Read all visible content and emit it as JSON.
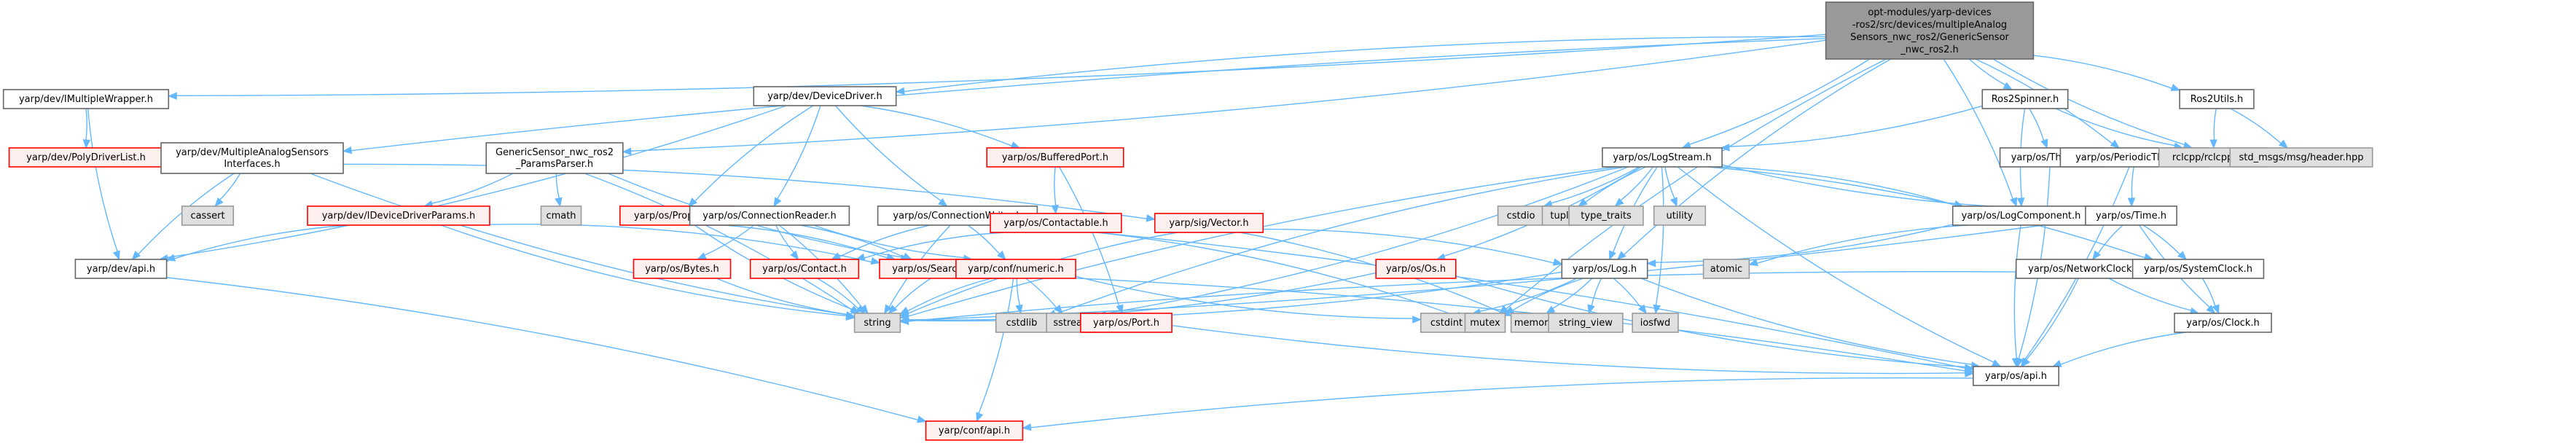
{
  "title": "GenericSensor_nwc_ros2.h include dependency graph",
  "colors": {
    "edge": "#63b8ff",
    "root_fill": "#999999",
    "root_stroke": "#666666",
    "normal_fill": "#ffffff",
    "normal_stroke": "#666666",
    "truncated_fill": "#fff0f0",
    "truncated_stroke": "#ff0000",
    "system_fill": "#e0e0e0",
    "system_stroke": "#999999"
  },
  "nodes": [
    {
      "id": "root",
      "kind": "root",
      "lines": [
        "opt-modules/yarp-devices",
        "-ros2/src/devices/multipleAnalog",
        "Sensors_nwc_ros2/GenericSensor",
        "_nwc_ros2.h"
      ]
    },
    {
      "id": "IMultipleWrapper",
      "kind": "normal",
      "lines": [
        "yarp/dev/IMultipleWrapper.h"
      ]
    },
    {
      "id": "PolyDriverList",
      "kind": "truncated",
      "lines": [
        "yarp/dev/PolyDriverList.h"
      ]
    },
    {
      "id": "MASInterfaces",
      "kind": "normal",
      "lines": [
        "yarp/dev/MultipleAnalogSensors",
        "Interfaces.h"
      ]
    },
    {
      "id": "cassert",
      "kind": "system",
      "lines": [
        "cassert"
      ]
    },
    {
      "id": "devapi",
      "kind": "normal",
      "lines": [
        "yarp/dev/api.h"
      ]
    },
    {
      "id": "DeviceDriver",
      "kind": "normal",
      "lines": [
        "yarp/dev/DeviceDriver.h"
      ]
    },
    {
      "id": "ParamsParser",
      "kind": "normal",
      "lines": [
        "GenericSensor_nwc_ros2",
        "_ParamsParser.h"
      ]
    },
    {
      "id": "cmath",
      "kind": "system",
      "lines": [
        "cmath"
      ]
    },
    {
      "id": "IDeviceDriverParams",
      "kind": "truncated",
      "lines": [
        "yarp/dev/IDeviceDriverParams.h"
      ]
    },
    {
      "id": "Property",
      "kind": "truncated",
      "lines": [
        "yarp/os/Property.h"
      ]
    },
    {
      "id": "Searchable",
      "kind": "truncated",
      "lines": [
        "yarp/os/Searchable.h"
      ]
    },
    {
      "id": "ConnectionReader",
      "kind": "normal",
      "lines": [
        "yarp/os/ConnectionReader.h"
      ]
    },
    {
      "id": "Bytes",
      "kind": "truncated",
      "lines": [
        "yarp/os/Bytes.h"
      ]
    },
    {
      "id": "ConnectionWriter",
      "kind": "normal",
      "lines": [
        "yarp/os/ConnectionWriter.h"
      ]
    },
    {
      "id": "Contact",
      "kind": "truncated",
      "lines": [
        "yarp/os/Contact.h"
      ]
    },
    {
      "id": "BufferedPort",
      "kind": "truncated",
      "lines": [
        "yarp/os/BufferedPort.h"
      ]
    },
    {
      "id": "Contactable",
      "kind": "truncated",
      "lines": [
        "yarp/os/Contactable.h"
      ]
    },
    {
      "id": "numeric",
      "kind": "truncated",
      "lines": [
        "yarp/conf/numeric.h"
      ]
    },
    {
      "id": "Vector",
      "kind": "truncated",
      "lines": [
        "yarp/sig/Vector.h"
      ]
    },
    {
      "id": "string",
      "kind": "system",
      "lines": [
        "string"
      ]
    },
    {
      "id": "cstdlib",
      "kind": "system",
      "lines": [
        "cstdlib"
      ]
    },
    {
      "id": "sstream",
      "kind": "system",
      "lines": [
        "sstream"
      ]
    },
    {
      "id": "Port",
      "kind": "truncated",
      "lines": [
        "yarp/os/Port.h"
      ]
    },
    {
      "id": "confapi",
      "kind": "truncated",
      "lines": [
        "yarp/conf/api.h"
      ]
    },
    {
      "id": "LogStream",
      "kind": "normal",
      "lines": [
        "yarp/os/LogStream.h"
      ]
    },
    {
      "id": "cstdio",
      "kind": "system",
      "lines": [
        "cstdio"
      ]
    },
    {
      "id": "tuple",
      "kind": "system",
      "lines": [
        "tuple"
      ]
    },
    {
      "id": "type_traits",
      "kind": "system",
      "lines": [
        "type_traits"
      ]
    },
    {
      "id": "utility",
      "kind": "system",
      "lines": [
        "utility"
      ]
    },
    {
      "id": "Os",
      "kind": "truncated",
      "lines": [
        "yarp/os/Os.h"
      ]
    },
    {
      "id": "Log",
      "kind": "normal",
      "lines": [
        "yarp/os/Log.h"
      ]
    },
    {
      "id": "cstdint",
      "kind": "system",
      "lines": [
        "cstdint"
      ]
    },
    {
      "id": "mutex",
      "kind": "system",
      "lines": [
        "mutex"
      ]
    },
    {
      "id": "memory",
      "kind": "system",
      "lines": [
        "memory"
      ]
    },
    {
      "id": "string_view",
      "kind": "system",
      "lines": [
        "string_view"
      ]
    },
    {
      "id": "iosfwd",
      "kind": "system",
      "lines": [
        "iosfwd"
      ]
    },
    {
      "id": "LogComponent",
      "kind": "normal",
      "lines": [
        "yarp/os/LogComponent.h"
      ]
    },
    {
      "id": "atomic",
      "kind": "system",
      "lines": [
        "atomic"
      ]
    },
    {
      "id": "osapi",
      "kind": "normal",
      "lines": [
        "yarp/os/api.h"
      ]
    },
    {
      "id": "Ros2Spinner",
      "kind": "normal",
      "lines": [
        "Ros2Spinner.h"
      ]
    },
    {
      "id": "Thread",
      "kind": "normal",
      "lines": [
        "yarp/os/Thread.h"
      ]
    },
    {
      "id": "PeriodicThread",
      "kind": "normal",
      "lines": [
        "yarp/os/PeriodicThread.h"
      ]
    },
    {
      "id": "rclcpp",
      "kind": "system",
      "lines": [
        "rclcpp/rclcpp.hpp"
      ]
    },
    {
      "id": "Ros2Utils",
      "kind": "normal",
      "lines": [
        "Ros2Utils.h"
      ]
    },
    {
      "id": "header",
      "kind": "system",
      "lines": [
        "std_msgs/msg/header.hpp"
      ]
    },
    {
      "id": "Time",
      "kind": "normal",
      "lines": [
        "yarp/os/Time.h"
      ]
    },
    {
      "id": "NetworkClock",
      "kind": "normal",
      "lines": [
        "yarp/os/NetworkClock.h"
      ]
    },
    {
      "id": "SystemClock",
      "kind": "normal",
      "lines": [
        "yarp/os/SystemClock.h"
      ]
    },
    {
      "id": "Clock",
      "kind": "normal",
      "lines": [
        "yarp/os/Clock.h"
      ]
    }
  ],
  "edges": [
    [
      "root",
      "IMultipleWrapper"
    ],
    [
      "root",
      "MASInterfaces"
    ],
    [
      "root",
      "ParamsParser"
    ],
    [
      "root",
      "DeviceDriver"
    ],
    [
      "root",
      "LogStream"
    ],
    [
      "root",
      "Log"
    ],
    [
      "root",
      "LogComponent"
    ],
    [
      "root",
      "Ros2Spinner"
    ],
    [
      "root",
      "Ros2Utils"
    ],
    [
      "root",
      "rclcpp"
    ],
    [
      "root",
      "PeriodicThread"
    ],
    [
      "root",
      "mutex"
    ],
    [
      "IMultipleWrapper",
      "PolyDriverList"
    ],
    [
      "IMultipleWrapper",
      "devapi"
    ],
    [
      "MASInterfaces",
      "cassert"
    ],
    [
      "MASInterfaces",
      "devapi"
    ],
    [
      "MASInterfaces",
      "Vector"
    ],
    [
      "MASInterfaces",
      "string"
    ],
    [
      "DeviceDriver",
      "devapi"
    ],
    [
      "DeviceDriver",
      "Property"
    ],
    [
      "DeviceDriver",
      "ConnectionReader"
    ],
    [
      "DeviceDriver",
      "ConnectionWriter"
    ],
    [
      "DeviceDriver",
      "BufferedPort"
    ],
    [
      "ParamsParser",
      "cmath"
    ],
    [
      "ParamsParser",
      "IDeviceDriverParams"
    ],
    [
      "ParamsParser",
      "Searchable"
    ],
    [
      "ParamsParser",
      "string"
    ],
    [
      "IDeviceDriverParams",
      "devapi"
    ],
    [
      "IDeviceDriverParams",
      "Searchable"
    ],
    [
      "IDeviceDriverParams",
      "string"
    ],
    [
      "Property",
      "Searchable"
    ],
    [
      "Property",
      "string"
    ],
    [
      "ConnectionReader",
      "Bytes"
    ],
    [
      "ConnectionReader",
      "Contact"
    ],
    [
      "ConnectionReader",
      "Searchable"
    ],
    [
      "ConnectionReader",
      "numeric"
    ],
    [
      "ConnectionReader",
      "string"
    ],
    [
      "ConnectionWriter",
      "Contact"
    ],
    [
      "ConnectionWriter",
      "numeric"
    ],
    [
      "ConnectionWriter",
      "string"
    ],
    [
      "ConnectionWriter",
      "osapi"
    ],
    [
      "BufferedPort",
      "Contactable"
    ],
    [
      "BufferedPort",
      "Port"
    ],
    [
      "Contactable",
      "Contact"
    ],
    [
      "Contactable",
      "mutex"
    ],
    [
      "Bytes",
      "string"
    ],
    [
      "Contact",
      "string"
    ],
    [
      "Searchable",
      "string"
    ],
    [
      "Searchable",
      "osapi"
    ],
    [
      "numeric",
      "cstdlib"
    ],
    [
      "numeric",
      "sstream"
    ],
    [
      "numeric",
      "cstdint"
    ],
    [
      "numeric",
      "confapi"
    ],
    [
      "numeric",
      "string"
    ],
    [
      "Vector",
      "Log"
    ],
    [
      "Vector",
      "string"
    ],
    [
      "Vector",
      "memory"
    ],
    [
      "Port",
      "osapi"
    ],
    [
      "LogStream",
      "cstdio"
    ],
    [
      "LogStream",
      "tuple"
    ],
    [
      "LogStream",
      "type_traits"
    ],
    [
      "LogStream",
      "utility"
    ],
    [
      "LogStream",
      "Os"
    ],
    [
      "LogStream",
      "Log"
    ],
    [
      "LogStream",
      "LogComponent"
    ],
    [
      "LogStream",
      "Time"
    ],
    [
      "LogStream",
      "SystemClock"
    ],
    [
      "LogStream",
      "string"
    ],
    [
      "LogStream",
      "sstream"
    ],
    [
      "LogStream",
      "cstdlib"
    ],
    [
      "LogStream",
      "iosfwd"
    ],
    [
      "LogStream",
      "osapi"
    ],
    [
      "Os",
      "string"
    ],
    [
      "Os",
      "osapi"
    ],
    [
      "Log",
      "cstdint"
    ],
    [
      "Log",
      "mutex"
    ],
    [
      "Log",
      "memory"
    ],
    [
      "Log",
      "string_view"
    ],
    [
      "Log",
      "iosfwd"
    ],
    [
      "Log",
      "osapi"
    ],
    [
      "Log",
      "string"
    ],
    [
      "LogComponent",
      "atomic"
    ],
    [
      "LogComponent",
      "Log"
    ],
    [
      "LogComponent",
      "osapi"
    ],
    [
      "Ros2Spinner",
      "LogStream"
    ],
    [
      "Ros2Spinner",
      "LogComponent"
    ],
    [
      "Ros2Spinner",
      "Thread"
    ],
    [
      "Ros2Spinner",
      "rclcpp"
    ],
    [
      "Thread",
      "osapi"
    ],
    [
      "PeriodicThread",
      "Time"
    ],
    [
      "PeriodicThread",
      "osapi"
    ],
    [
      "Ros2Utils",
      "rclcpp"
    ],
    [
      "Ros2Utils",
      "header"
    ],
    [
      "Time",
      "NetworkClock"
    ],
    [
      "Time",
      "SystemClock"
    ],
    [
      "Time",
      "Clock"
    ],
    [
      "Time",
      "string"
    ],
    [
      "NetworkClock",
      "Clock"
    ],
    [
      "NetworkClock",
      "osapi"
    ],
    [
      "NetworkClock",
      "string"
    ],
    [
      "SystemClock",
      "Clock"
    ],
    [
      "Clock",
      "osapi"
    ],
    [
      "devapi",
      "confapi"
    ],
    [
      "osapi",
      "confapi"
    ]
  ]
}
